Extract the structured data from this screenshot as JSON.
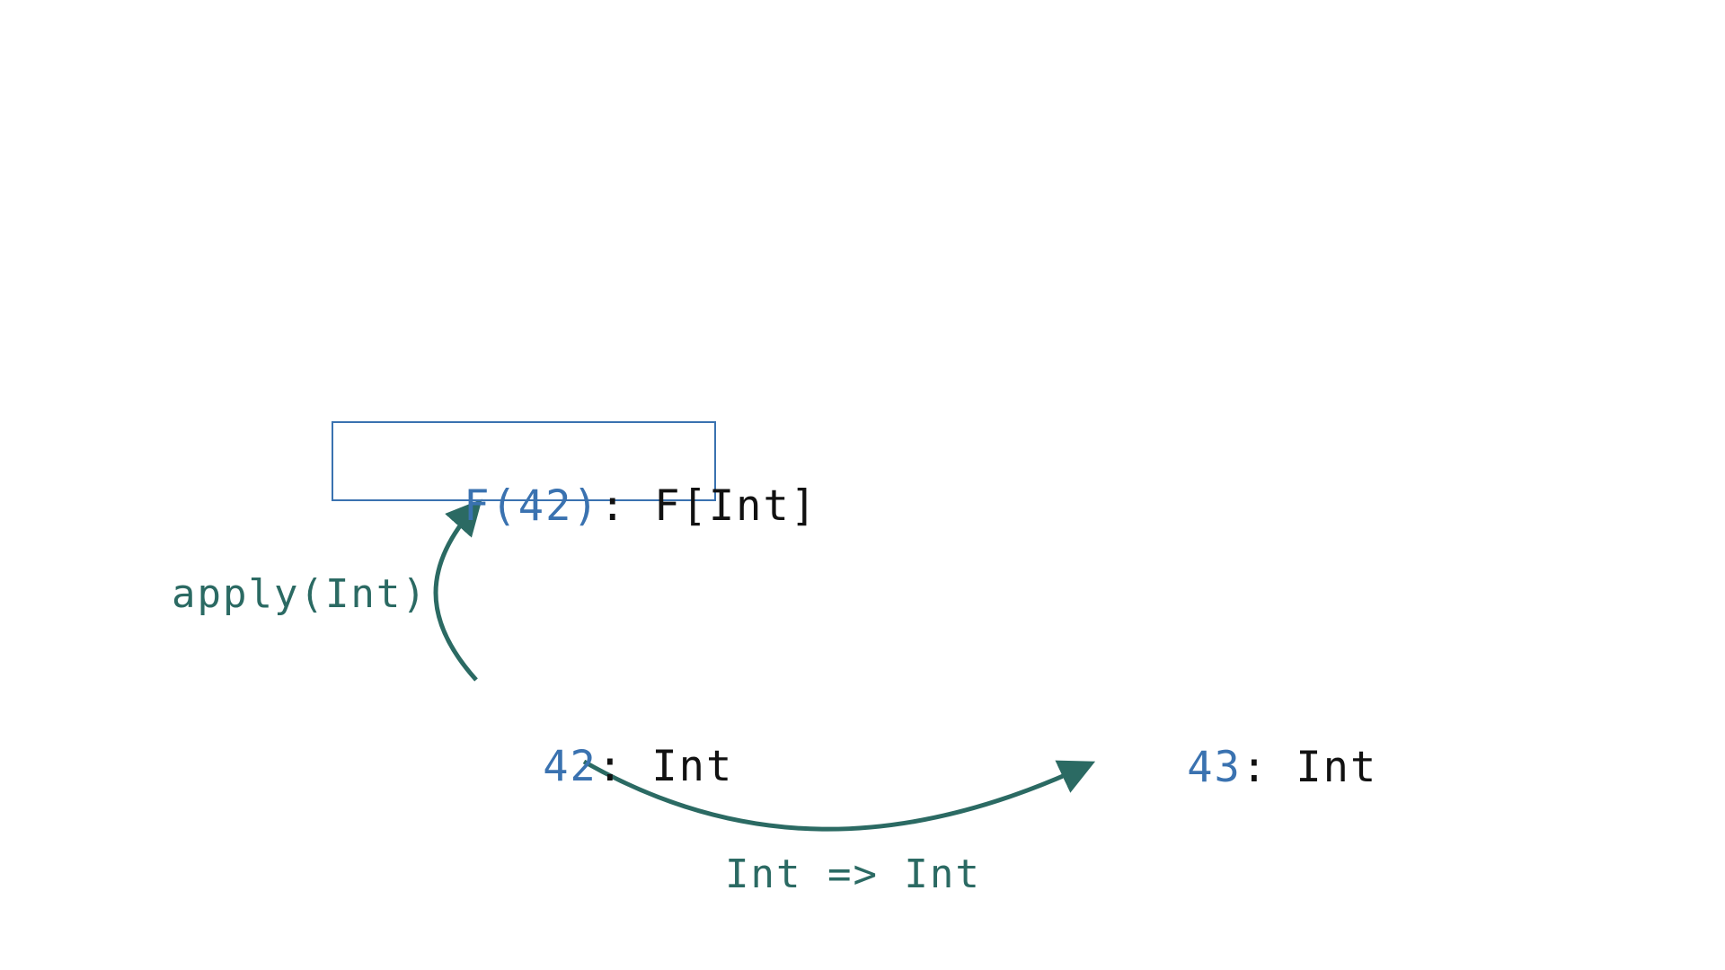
{
  "nodes": {
    "boxed": {
      "value": "F(42)",
      "sep": ": ",
      "type": "F[Int]"
    },
    "source": {
      "value": "42",
      "sep": ": ",
      "type": "Int"
    },
    "target": {
      "value": "43",
      "sep": ": ",
      "type": "Int"
    }
  },
  "edges": {
    "lift": {
      "label": "apply(Int)"
    },
    "map": {
      "label": "Int => Int"
    }
  },
  "colors": {
    "value": "#3a72b0",
    "type": "#111111",
    "arrow": "#2b6a63",
    "box_border": "#3a72b0"
  }
}
